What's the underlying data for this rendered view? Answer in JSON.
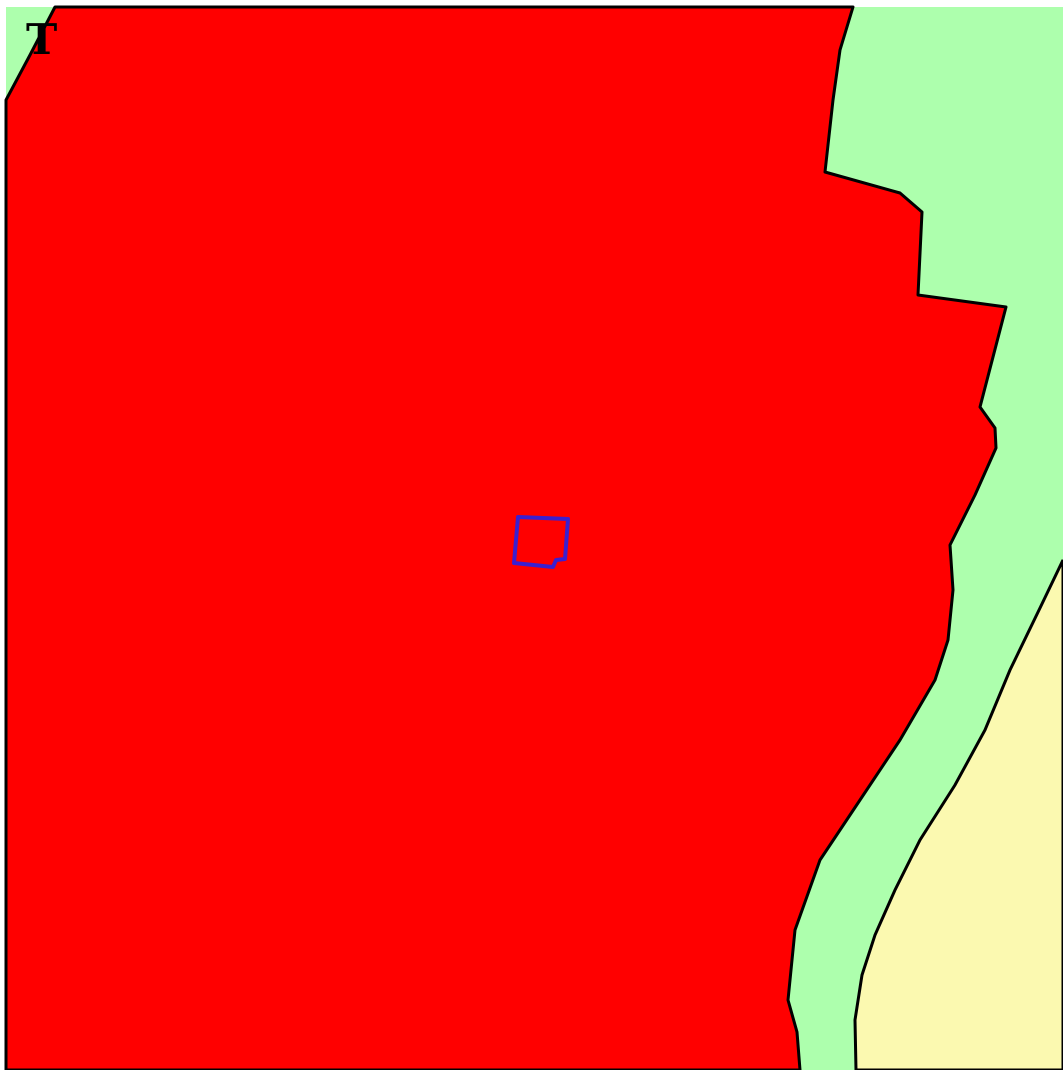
{
  "map": {
    "corner_label": "T",
    "zones": [
      {
        "name": "zone-red",
        "color": "#ff0000"
      },
      {
        "name": "zone-green",
        "color": "#adffad"
      },
      {
        "name": "zone-yellow",
        "color": "#fbf9b0"
      }
    ],
    "boundary_color": "#000000",
    "site_marker": {
      "outline_color": "#3a1fd0"
    }
  }
}
